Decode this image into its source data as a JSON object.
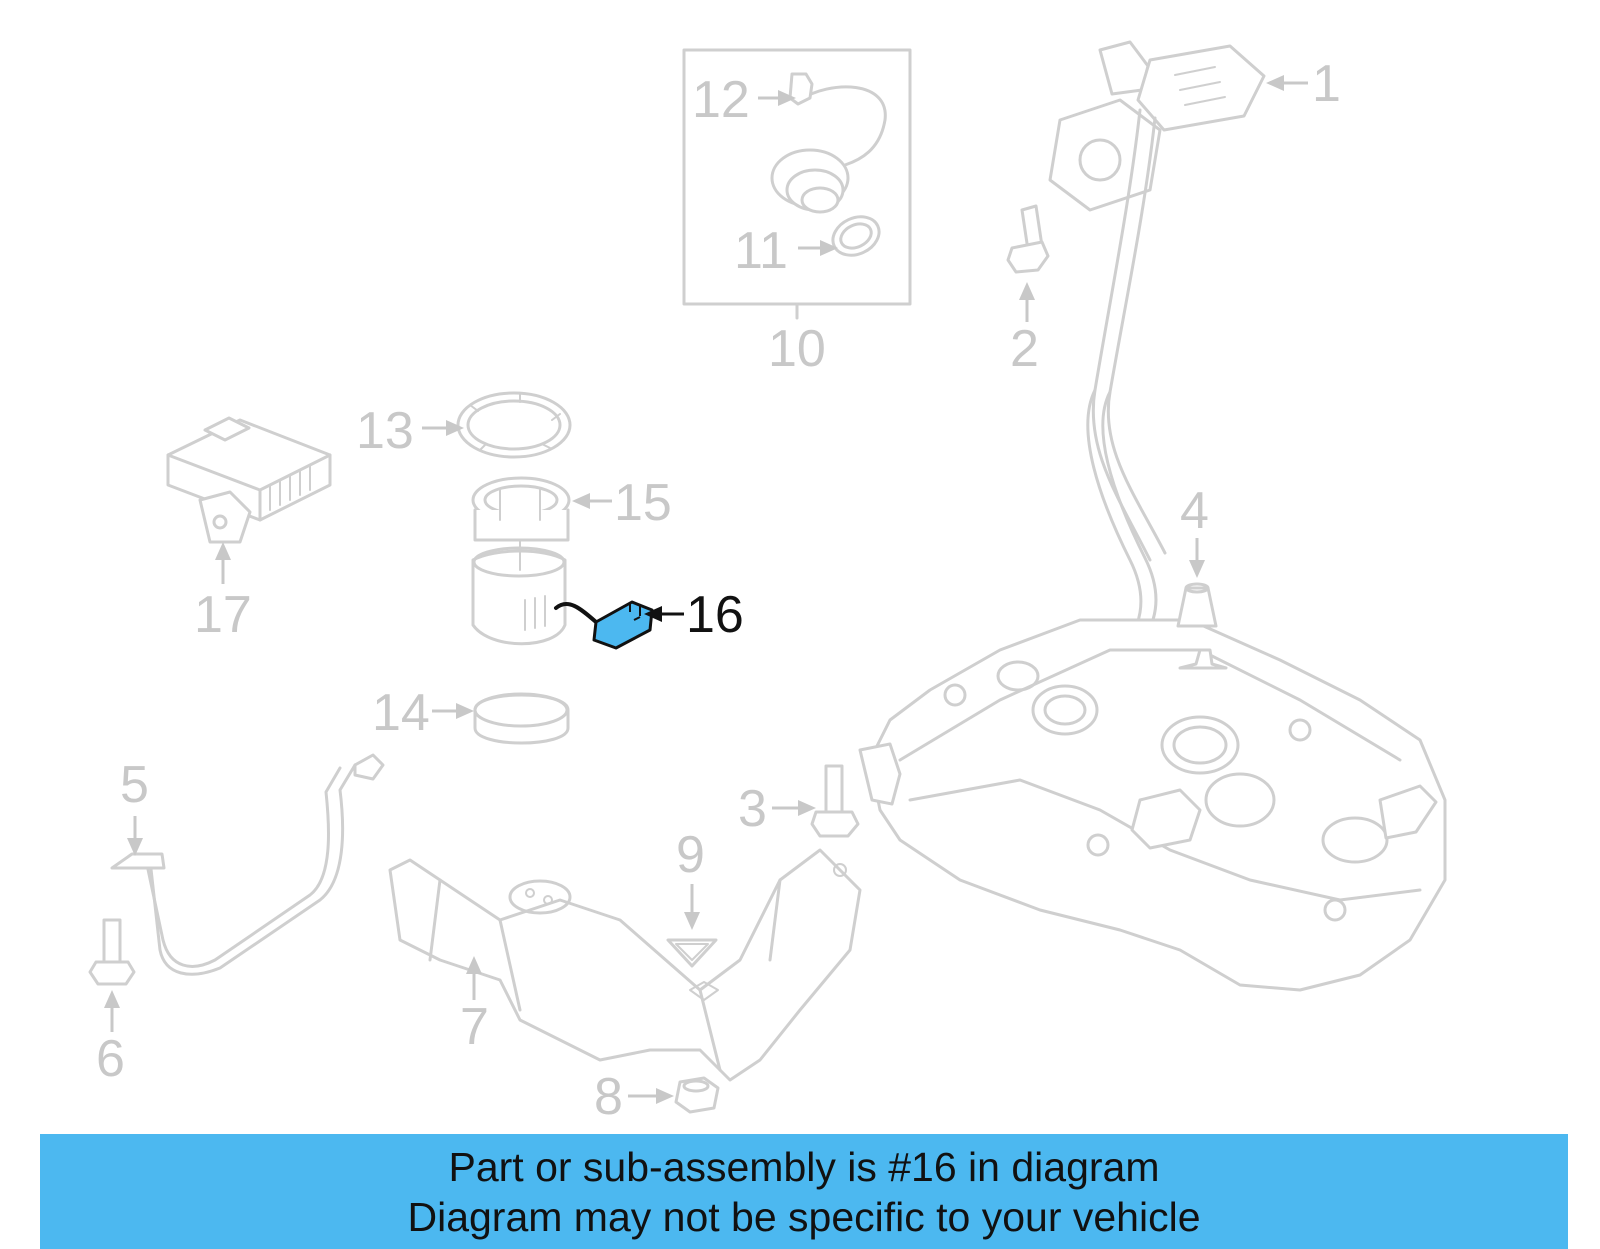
{
  "diagram": {
    "callouts": [
      {
        "id": "1",
        "label": "1"
      },
      {
        "id": "2",
        "label": "2"
      },
      {
        "id": "3",
        "label": "3"
      },
      {
        "id": "4",
        "label": "4"
      },
      {
        "id": "5",
        "label": "5"
      },
      {
        "id": "6",
        "label": "6"
      },
      {
        "id": "7",
        "label": "7"
      },
      {
        "id": "8",
        "label": "8"
      },
      {
        "id": "9",
        "label": "9"
      },
      {
        "id": "10",
        "label": "10"
      },
      {
        "id": "11",
        "label": "11"
      },
      {
        "id": "12",
        "label": "12"
      },
      {
        "id": "13",
        "label": "13"
      },
      {
        "id": "14",
        "label": "14"
      },
      {
        "id": "15",
        "label": "15"
      },
      {
        "id": "16",
        "label": "16"
      },
      {
        "id": "17",
        "label": "17"
      }
    ],
    "highlighted_part": "16",
    "colors": {
      "faded_line": "#cfcfcf",
      "faded_label": "#c8c8c8",
      "highlight_fill": "#4cb8f0",
      "highlight_label": "#111111",
      "banner_background": "#4cb8f0"
    }
  },
  "banner": {
    "line1": "Part or sub-assembly is #16 in diagram",
    "line2": "Diagram may not be specific to your vehicle"
  }
}
